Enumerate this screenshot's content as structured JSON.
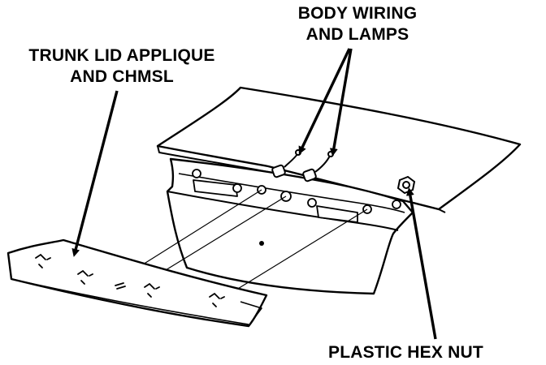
{
  "labels": {
    "body_wiring": {
      "line1": "BODY WIRING",
      "line2": "AND LAMPS"
    },
    "trunk_lid": {
      "line1": "TRUNK LID APPLIQUE",
      "line2": "AND CHMSL"
    },
    "hex_nut": "PLASTIC HEX NUT"
  },
  "colors": {
    "ink": "#000000",
    "paper": "#ffffff"
  }
}
